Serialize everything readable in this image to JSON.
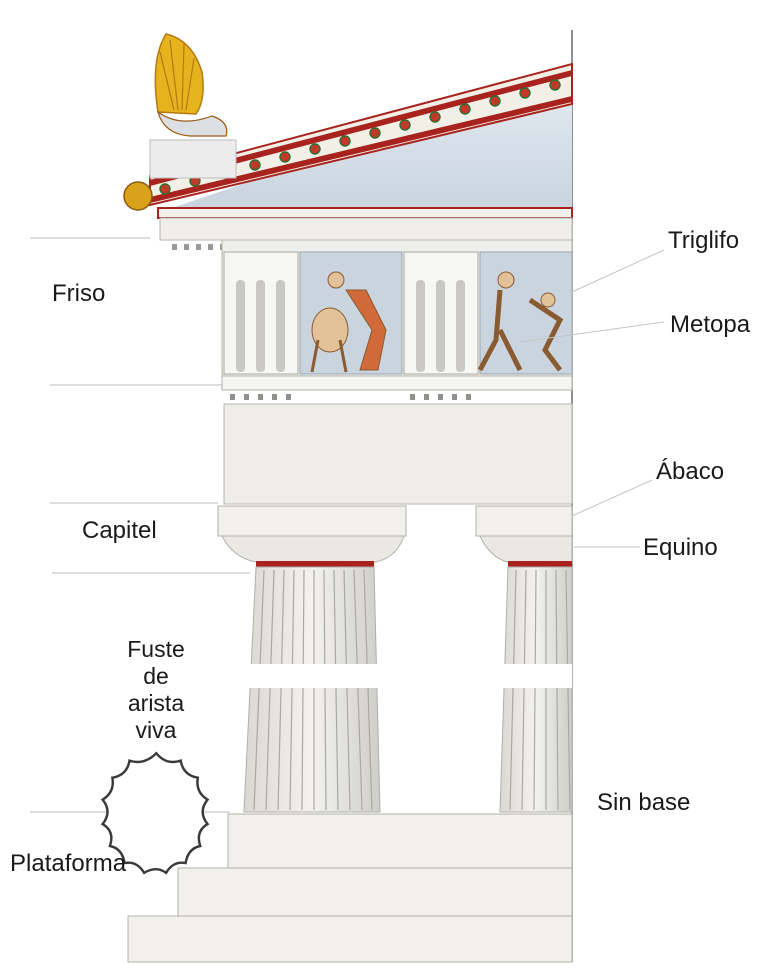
{
  "labels": {
    "friso": "Friso",
    "capitel": "Capitel",
    "plataforma": "Plataforma",
    "triglifo": "Triglifo",
    "metopa": "Metopa",
    "abaco": "Ábaco",
    "equino": "Equino",
    "sin_base": "Sin base"
  },
  "badge": {
    "lines": [
      "Fuste",
      "de",
      "arista",
      "viva"
    ]
  },
  "colors": {
    "cornice_red": "#a8231e",
    "stone": "#ecebe6",
    "metope_blue": "#c9d4de",
    "acroterion_gold": "#e6b21d"
  }
}
